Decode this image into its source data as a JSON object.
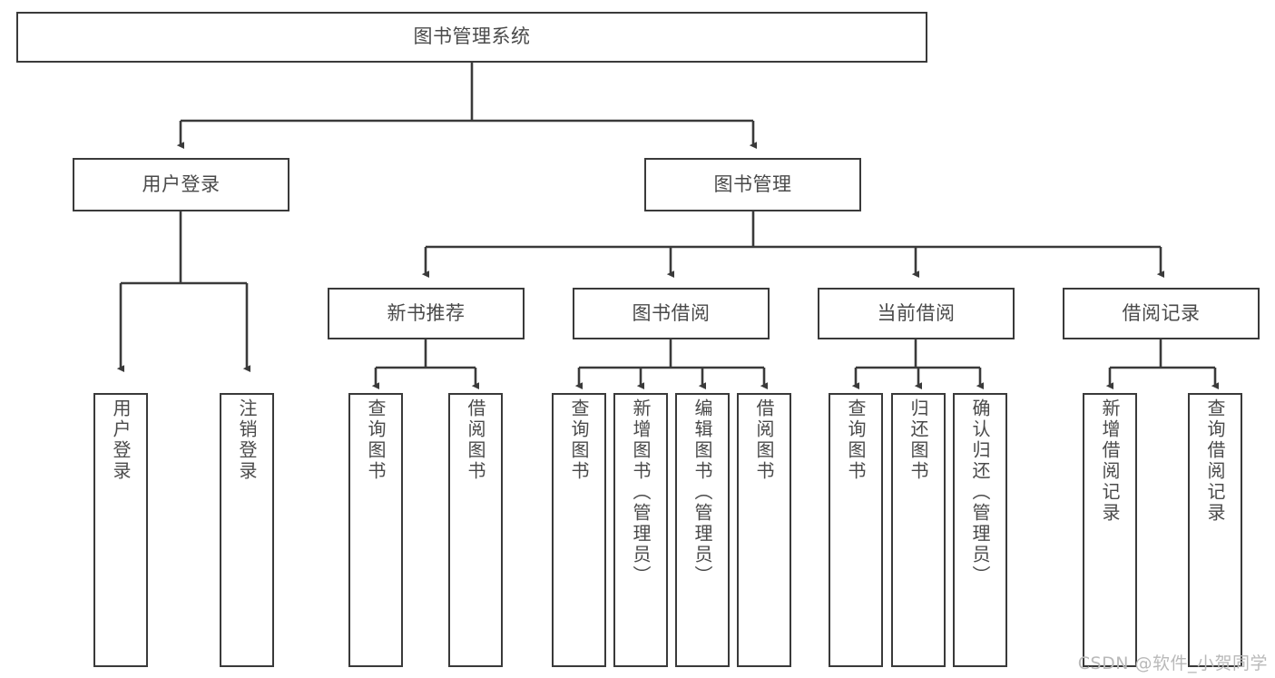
{
  "diagram": {
    "title": "图书管理系统",
    "type": "tree-hierarchy",
    "watermark": "CSDN @软件_小贺同学",
    "colors": {
      "box_border": "#3a3a3a",
      "box_fill": "#ffffff",
      "text": "#4a4a4a",
      "edge": "#3a3a3a",
      "watermark": "#b9b9b9",
      "background": "#ffffff"
    },
    "nodes": {
      "root": {
        "label": "图书管理系统"
      },
      "level2": [
        {
          "id": "user-login",
          "label": "用户登录"
        },
        {
          "id": "book-manage",
          "label": "图书管理"
        }
      ],
      "level3": [
        {
          "id": "new-book-recommend",
          "label": "新书推荐"
        },
        {
          "id": "book-borrow",
          "label": "图书借阅"
        },
        {
          "id": "current-borrow",
          "label": "当前借阅"
        },
        {
          "id": "borrow-record",
          "label": "借阅记录"
        }
      ],
      "leaves": {
        "user-login": [
          {
            "id": "leaf-user-login",
            "label": "用户登录"
          },
          {
            "id": "leaf-logout",
            "label": "注销登录"
          }
        ],
        "new-book-recommend": [
          {
            "id": "leaf-query-book-1",
            "label": "查询图书"
          },
          {
            "id": "leaf-borrow-book-1",
            "label": "借阅图书"
          }
        ],
        "book-borrow": [
          {
            "id": "leaf-query-book-2",
            "label": "查询图书"
          },
          {
            "id": "leaf-add-book",
            "label": "新增图书（管理员）"
          },
          {
            "id": "leaf-edit-book",
            "label": "编辑图书（管理员）"
          },
          {
            "id": "leaf-borrow-book-2",
            "label": "借阅图书"
          }
        ],
        "current-borrow": [
          {
            "id": "leaf-query-book-3",
            "label": "查询图书"
          },
          {
            "id": "leaf-return-book",
            "label": "归还图书"
          },
          {
            "id": "leaf-confirm-return",
            "label": "确认归还（管理员）"
          }
        ],
        "borrow-record": [
          {
            "id": "leaf-add-record",
            "label": "新增借阅记录"
          },
          {
            "id": "leaf-query-record",
            "label": "查询借阅记录"
          }
        ]
      }
    }
  }
}
